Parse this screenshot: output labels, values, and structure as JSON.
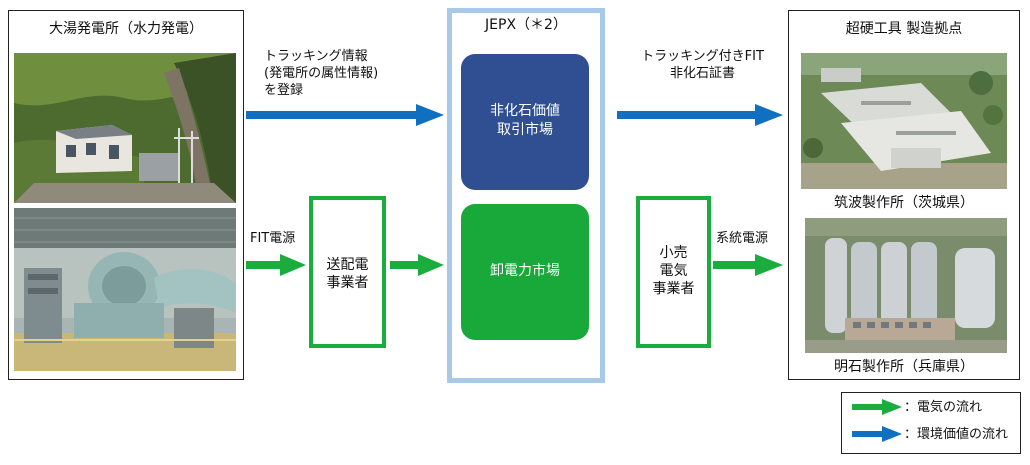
{
  "left_panel": {
    "title": "大湯発電所（水力発電）"
  },
  "right_panel": {
    "title": "超硬工具 製造拠点",
    "caption_tsukuba": "筑波製作所（茨城県）",
    "caption_akashi": "明石製作所（兵庫県）"
  },
  "jepx": {
    "title": "JEPX（＊2）",
    "nonfossil_market_line1": "非化石価値",
    "nonfossil_market_line2": "取引市場",
    "wholesale_market": "卸電力市場"
  },
  "flows": {
    "tracking_line1": "トラッキング情報",
    "tracking_line2": "(発電所の属性情報)",
    "tracking_line3": "を登録",
    "certificate_line1": "トラッキング付きFIT",
    "certificate_line2": "非化石証書",
    "fit_power": "FIT電源",
    "grid_power": "系統電源"
  },
  "entities": {
    "transmission_line1": "送配電",
    "transmission_line2": "事業者",
    "retail_line1": "小売",
    "retail_line2": "電気",
    "retail_line3": "事業者"
  },
  "legend": {
    "electricity_flow": "：電気の流れ",
    "environmental_value_flow": "：環境価値の流れ"
  },
  "colors": {
    "green": "#1aad3e",
    "blue": "#0f6fc1",
    "navy_box": "#2f4f92",
    "green_box": "#19a83a",
    "jepx_border": "#a9c9e8"
  }
}
